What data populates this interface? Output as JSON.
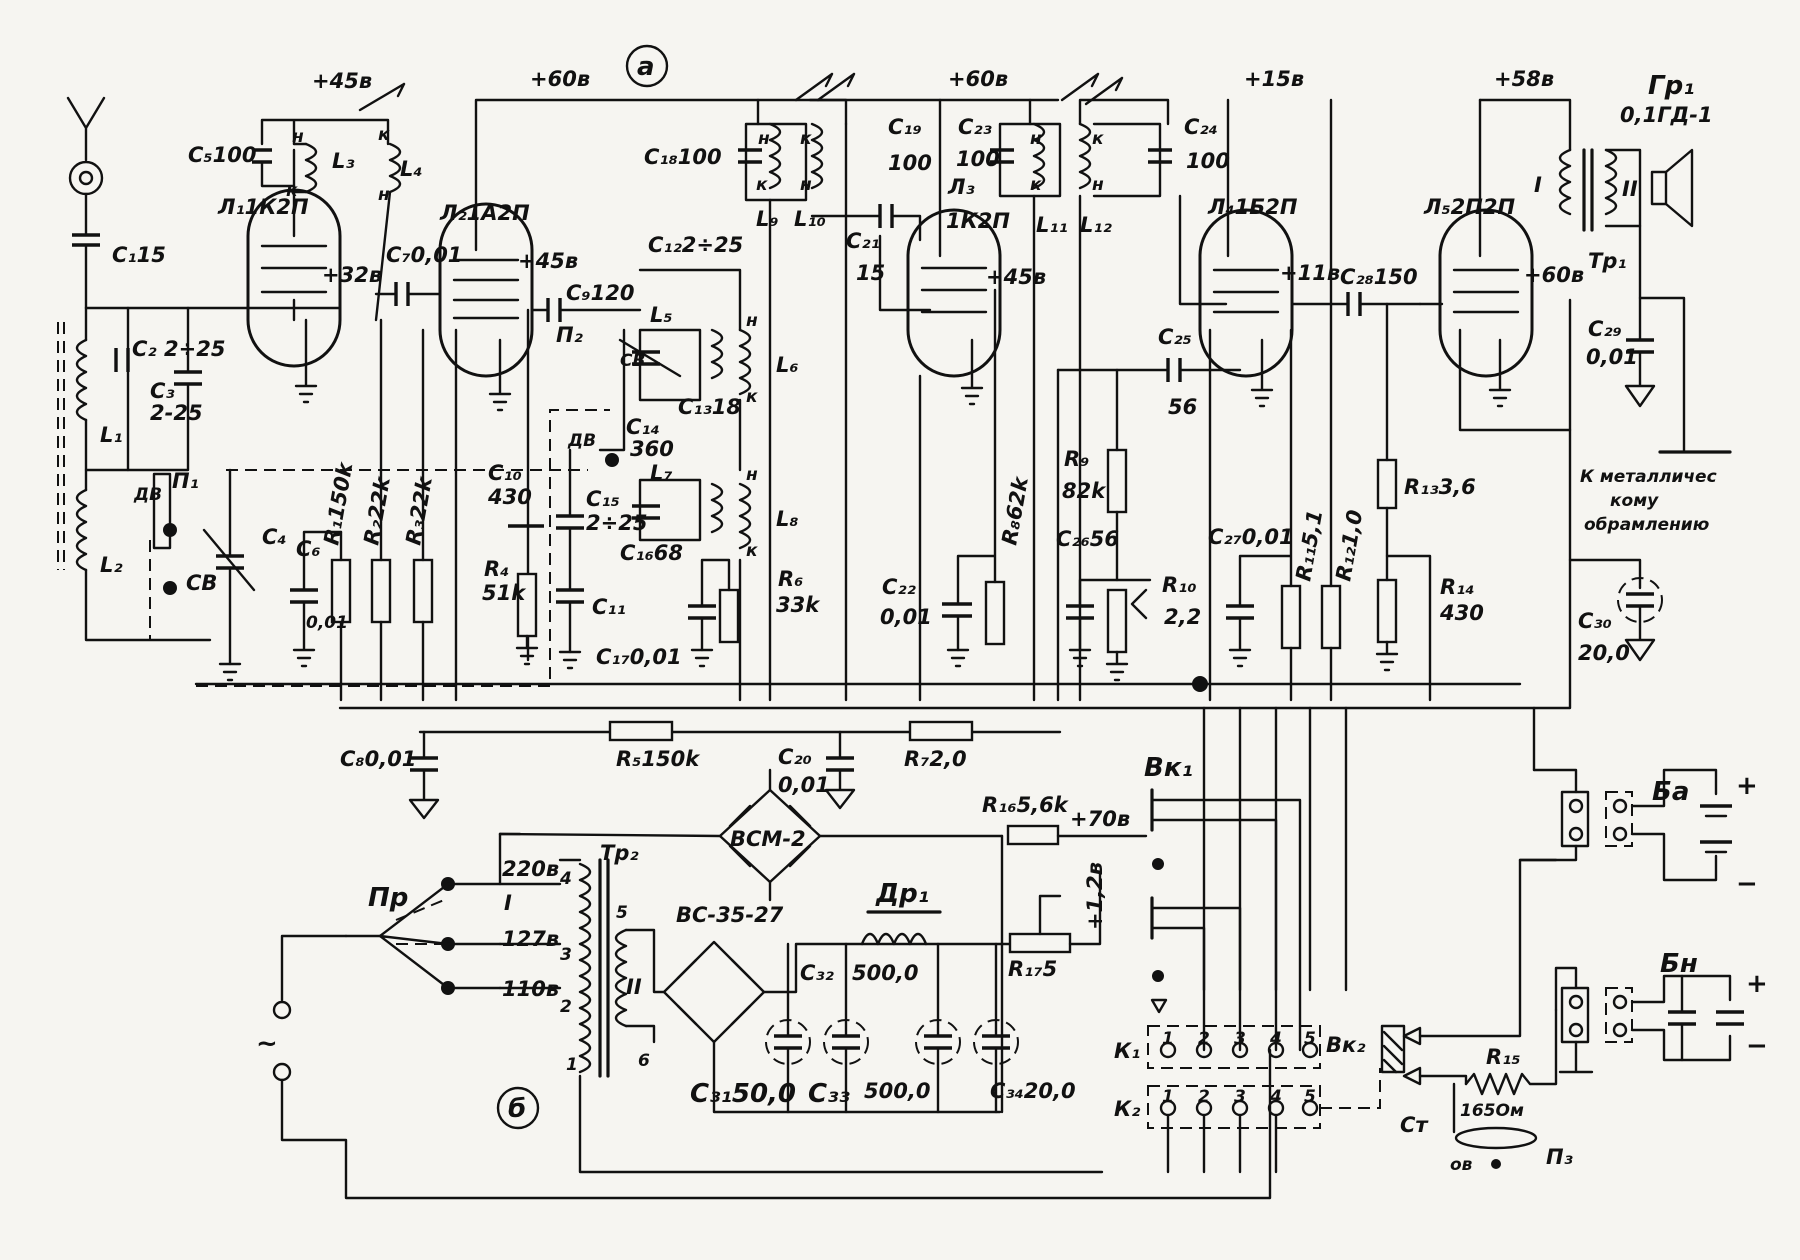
{
  "sheet_markers": {
    "a": "а",
    "b": "б"
  },
  "voltages": {
    "v45": "+45в",
    "v60a": "+60в",
    "v60b": "+60в",
    "v15": "+15в",
    "v58": "+58в",
    "v70": "+70в",
    "v12": "+1,2в"
  },
  "tubes": {
    "l1": "Л₁1К2П",
    "l2": "Л₂1А2П",
    "l3": "Л₃",
    "l3_type": "1К2П",
    "l4": "Л₄1Б2П",
    "l5": "Л₅2П2П",
    "l1_v": "+32в",
    "l2_v": "+45в",
    "l3_v": "+45в",
    "l4_v": "+11в",
    "l5_v": "+60в"
  },
  "caps": {
    "c1": "C₁15",
    "c2": "C₂",
    "c2v": "2÷25",
    "c3": "C₃",
    "c3v": "2-25",
    "c4": "C₄",
    "c5": "C₅100",
    "c6": "C₆",
    "c6v": "0,01",
    "c7": "C₇0,01",
    "c8": "C₈0,01",
    "c9": "C₉120",
    "c10": "C₁₀",
    "c10v": "430",
    "c11": "C₁₁",
    "c12": "C₁₂2÷25",
    "c13": "C₁₃18",
    "c14": "C₁₄",
    "c14v": "360",
    "c15": "C₁₅",
    "c15v": "2÷25",
    "c16": "C₁₆68",
    "c17": "C₁₇0,01",
    "c18": "C₁₈100",
    "c19": "C₁₉",
    "c19v": "100",
    "c20": "C₂₀",
    "c20v": "0,01",
    "c21": "C₂₁",
    "c21v": "15",
    "c22": "C₂₂",
    "c22v": "0,01",
    "c23": "C₂₃",
    "c23v": "100",
    "c24": "C₂₄",
    "c24v": "100",
    "c25": "C₂₅",
    "c25v": "56",
    "c26": "C₂₆56",
    "c27": "C₂₇0,01",
    "c28": "C₂₈150",
    "c29": "C₂₉",
    "c29v": "0,01",
    "c30": "C₃₀",
    "c30v": "20,0",
    "c31": "C₃₁50,0",
    "c32": "C₃₂",
    "c32v": "500,0",
    "c33": "C₃₃",
    "c33v": "500,0",
    "c34": "C₃₄20,0"
  },
  "resistors": {
    "r1": "R₁150k",
    "r2": "R₂22k",
    "r3": "R₃22k",
    "r4": "R₄",
    "r4v": "51k",
    "r5": "R₅150k",
    "r6": "R₆",
    "r6v": "33k",
    "r7": "R₇2,0",
    "r8": "R₈62k",
    "r9": "R₉",
    "r9v": "82k",
    "r10": "R₁₀",
    "r10v": "2,2",
    "r11": "R₁₁5,1",
    "r12": "R₁₂1,0",
    "r13": "R₁₃3,6",
    "r14": "R₁₄",
    "r14v": "430",
    "r15": "R₁₅",
    "r15v": "165Ом",
    "r16": "R₁₆5,6k",
    "r17": "R₁₇5"
  },
  "coils": {
    "l1": "L₁",
    "l2": "L₂",
    "l3": "L₃",
    "l4": "L₄",
    "l5": "L₅",
    "l6": "L₆",
    "l7": "L₇",
    "l8": "L₈",
    "l9": "L₉",
    "l10": "L₁₀",
    "l11": "L₁₁",
    "l12": "L₁₂",
    "n": "н",
    "k": "к"
  },
  "switches": {
    "p1": "П₁",
    "p2": "П₂",
    "p3": "П₃",
    "dv": "ДВ",
    "sv": "СВ",
    "st": "Ст",
    "ov": "ов",
    "pr": "Пр",
    "vk1": "Вк₁",
    "vk2": "Вк₂",
    "k1": "К₁",
    "k2": "К₂"
  },
  "power": {
    "tr1": "Тр₁",
    "tr2": "Тр₂",
    "speaker_ref": "Гр₁",
    "speaker_type": "0,1ГД-1",
    "w1": "I",
    "w2": "II",
    "v220": "220в",
    "v127": "127в",
    "v110": "110в",
    "p4": "4",
    "p3": "3",
    "p2": "2",
    "p1": "1",
    "p5": "5",
    "p6": "6",
    "vcm": "ВСМ-2",
    "vc": "ВС-35-27",
    "dr1": "Др₁",
    "ba": "Ба",
    "bn": "Бн",
    "plus": "+",
    "minus": "−",
    "ac": "~"
  },
  "chassis_note": [
    "К металличес",
    "кому",
    "обрамлению"
  ],
  "pins": {
    "p1": "1",
    "p2": "2",
    "p3": "3",
    "p4": "4",
    "p5": "5"
  }
}
